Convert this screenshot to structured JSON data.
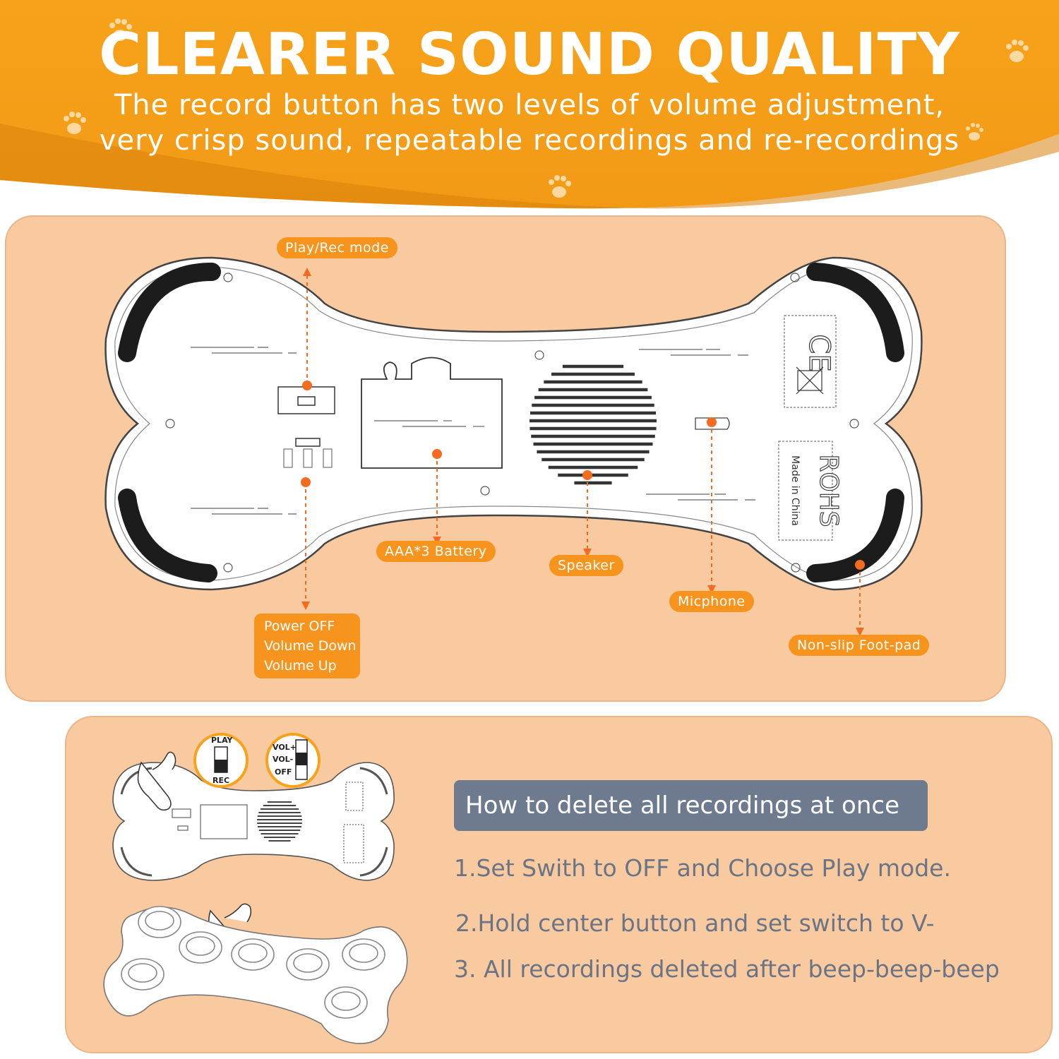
{
  "banner": {
    "title": "CLEARER SOUND QUALITY",
    "subtitle_line1": "The record button has two levels of volume adjustment,",
    "subtitle_line2": "very crisp sound, repeatable recordings and re-recordings"
  },
  "diagram": {
    "labels": {
      "play_rec_mode": "Play/Rec mode",
      "battery": "AAA*3 Battery",
      "speaker": "Speaker",
      "microphone": "Micphone",
      "foot_pad": "Non-slip Foot-pad",
      "power_lines": [
        "Power OFF",
        "Volume Down",
        "Volume Up"
      ]
    },
    "markings": {
      "ce": "CE",
      "rohs": "ROHS",
      "made_in": "Made in China"
    }
  },
  "howto": {
    "switch_play_label": "PLAY",
    "switch_rec_label": "REC",
    "switch_volplus_label": "VOL+",
    "switch_volminus_label": "VOL-",
    "switch_off_label": "OFF",
    "header": "How to delete all recordings at once",
    "steps": [
      "1.Set Swith to OFF and Choose Play mode.",
      "2.Hold center button and set switch to V-",
      "3. All recordings deleted after beep-beep-beep"
    ]
  },
  "colors": {
    "banner_orange": "#f7a21b",
    "panel_peach": "#f9c9a0",
    "label_orange": "#f7941d",
    "dot_orange": "#f26b21",
    "header_slate": "#6e7b8f",
    "step_text": "#6b7485"
  }
}
